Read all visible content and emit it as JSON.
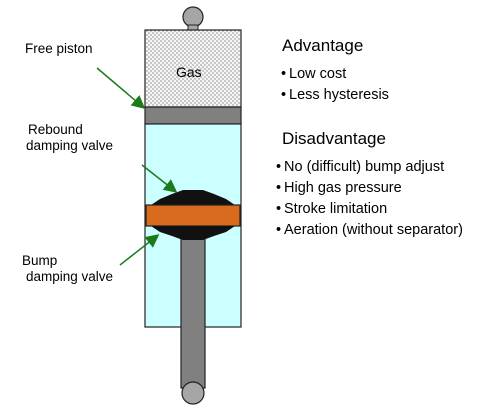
{
  "labels": {
    "free_piston": "Free piston",
    "rebound_valve": [
      "Rebound",
      "damping valve"
    ],
    "bump_valve": [
      "Bump",
      "damping valve"
    ],
    "gas": "Gas"
  },
  "advantage": {
    "heading": "Advantage",
    "items": [
      "Low cost",
      "Less hysteresis"
    ]
  },
  "disadvantage": {
    "heading": "Disadvantage",
    "items": [
      "No (difficult) bump adjust",
      "High gas pressure",
      "Stroke limitation",
      "Aeration (without separator)"
    ]
  },
  "bullet": "•",
  "colors": {
    "oil_fill": "#ccffff",
    "gas_fill": "#f4f4f4",
    "piston_grey": "#808080",
    "damping_piston": "#d96b1f",
    "arrow_green": "#1a7a1a"
  }
}
